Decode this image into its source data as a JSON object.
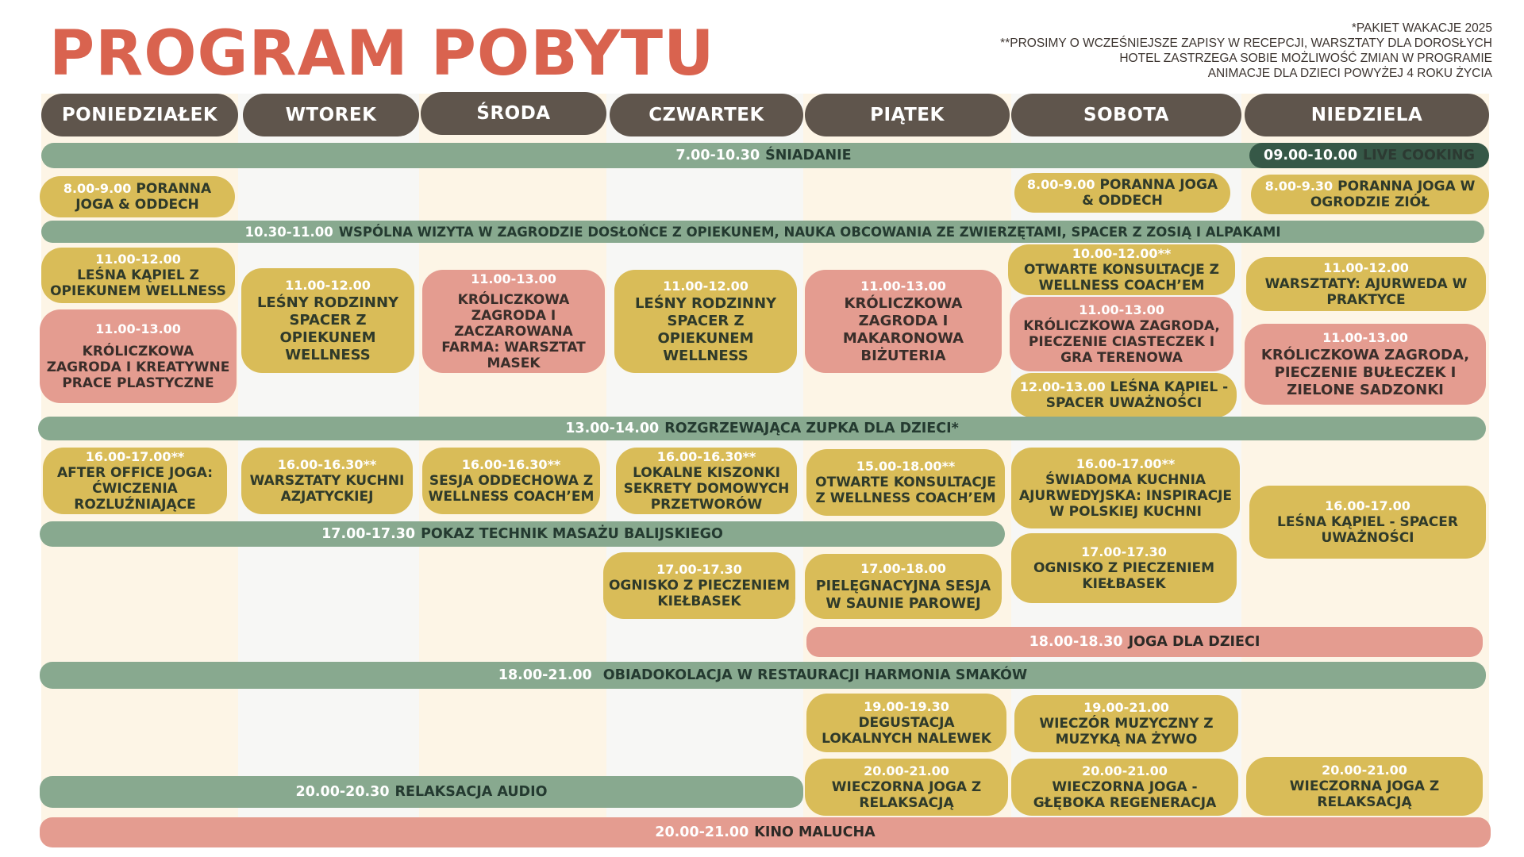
{
  "title": "PROGRAM POBYTU",
  "notes": [
    "*PAKIET WAKACJE 2025",
    "**PROSIMY O WCZEŚNIEJSZE ZAPISY W RECEPCJI, WARSZTATY DLA DOROSŁYCH",
    "HOTEL ZASTRZEGA SOBIE MOŻLIWOŚĆ ZMIAN W PROGRAMIE",
    "ANIMACJE DLA DZIECI POWYŻEJ 4 ROKU ŻYCIA"
  ],
  "days": [
    "PONIEDZIAŁEK",
    "WTOREK",
    "ŚRODA",
    "CZWARTEK",
    "PIĄTEK",
    "SOBOTA",
    "NIEDZIELA"
  ],
  "colors": {
    "title": "#d9634f",
    "day_header": "#5f554c",
    "green_bar": "#88a98f",
    "dark_green": "#365847",
    "yellow_block": "#d9bc58",
    "pink_block": "#e49c90",
    "col_cream": "#fdf5e6",
    "col_grey": "#f7f7f5"
  },
  "bars": {
    "breakfast": {
      "time": "7.00-10.30",
      "label": "ŚNIADANIE"
    },
    "live_cooking": {
      "time": "09.00-10.00",
      "label": "LIVE COOKING"
    },
    "farm_visit": {
      "time": "10.30-11.00",
      "label": "WSPÓLNA WIZYTA W ZAGRODZIE DOSŁOŃCE Z OPIEKUNEM, NAUKA OBCOWANIA ZE ZWIERZĘTAMI, SPACER Z ZOSIĄ I ALPAKAMI"
    },
    "soup": {
      "time": "13.00-14.00",
      "label": "ROZGRZEWAJĄCA ZUPKA DLA DZIECI*"
    },
    "massage": {
      "time": "17.00-17.30",
      "label": "POKAZ TECHNIK MASAŻU BALIJSKIEGO"
    },
    "kids_yoga": {
      "time": "18.00-18.30",
      "label": "JOGA DLA DZIECI"
    },
    "dinner": {
      "time": "18.00-21.00",
      "label": "OBIADOKOLACJA W RESTAURACJI HARMONIA SMAKÓW"
    },
    "audio": {
      "time": "20.00-20.30",
      "label": "RELAKSACJA AUDIO"
    },
    "cinema": {
      "time": "20.00-21.00",
      "label": "KINO MALUCHA"
    }
  },
  "blocks": {
    "mon_yoga": {
      "time": "8.00-9.00",
      "text": "PORANNA JOGA & ODDECH"
    },
    "sat_yoga": {
      "time": "8.00-9.00",
      "text": "PORANNA JOGA & ODDECH"
    },
    "sun_yoga": {
      "time": "8.00-9.30",
      "text": "PORANNA JOGA W OGRODZIE ZIÓŁ"
    },
    "mon_bath": {
      "time": "11.00-12.00",
      "text": "LEŚNA KĄPIEL Z OPIEKUNEM WELLNESS"
    },
    "mon_rabbit": {
      "time": "11.00-13.00",
      "text": "KRÓLICZKOWA ZAGRODA I KREATYWNE PRACE PLASTYCZNE"
    },
    "tue_walk": {
      "time": "11.00-12.00",
      "text": "LEŚNY RODZINNY SPACER Z OPIEKUNEM WELLNESS"
    },
    "wed_rabbit": {
      "time": "11.00-13.00",
      "text": "KRÓLICZKOWA ZAGRODA I ZACZAROWANA FARMA: WARSZTAT MASEK"
    },
    "thu_walk": {
      "time": "11.00-12.00",
      "text": "LEŚNY RODZINNY SPACER Z OPIEKUNEM WELLNESS"
    },
    "fri_rabbit": {
      "time": "11.00-13.00",
      "text": "KRÓLICZKOWA ZAGRODA I MAKARONOWA BIŻUTERIA"
    },
    "sat_consult": {
      "time": "10.00-12.00**",
      "text": "OTWARTE KONSULTACJE Z WELLNESS COACH’EM"
    },
    "sat_rabbit": {
      "time": "11.00-13.00",
      "text": "KRÓLICZKOWA ZAGRODA, PIECZENIE CIASTECZEK I GRA TERENOWA"
    },
    "sat_bath": {
      "time": "12.00-13.00",
      "text": "LEŚNA KĄPIEL - SPACER UWAŻNOŚCI"
    },
    "sun_ayurveda": {
      "time": "11.00-12.00",
      "text": "WARSZTATY: AJURWEDA W PRAKTYCE"
    },
    "sun_rabbit": {
      "time": "11.00-13.00",
      "text": "KRÓLICZKOWA ZAGRODA, PIECZENIE BUŁECZEK I ZIELONE SADZONKI"
    },
    "mon_office": {
      "time": "16.00-17.00**",
      "text": "AFTER OFFICE JOGA: ĆWICZENIA ROZLUŹNIAJĄCE"
    },
    "tue_kitchen": {
      "time": "16.00-16.30**",
      "text": "WARSZTATY KUCHNI AZJATYCKIEJ"
    },
    "wed_breath": {
      "time": "16.00-16.30**",
      "text": "SESJA ODDECHOWA Z WELLNESS COACH’EM"
    },
    "thu_pickles": {
      "time": "16.00-16.30**",
      "text": "LOKALNE KISZONKI SEKRETY DOMOWYCH PRZETWORÓW"
    },
    "fri_consult": {
      "time": "15.00-18.00**",
      "text": "OTWARTE KONSULTACJE Z WELLNESS COACH’EM"
    },
    "sat_kitchen": {
      "time": "16.00-17.00**",
      "text": "ŚWIADOMA KUCHNIA AJURWEDYJSKA: INSPIRACJE W POLSKIEJ KUCHNI"
    },
    "sun_bath": {
      "time": "16.00-17.00",
      "text": "LEŚNA KĄPIEL - SPACER UWAŻNOŚCI"
    },
    "thu_fire": {
      "time": "17.00-17.30",
      "text": "OGNISKO Z PIECZENIEM KIEŁBASEK"
    },
    "fri_sauna": {
      "time": "17.00-18.00",
      "text": "PIELĘGNACYJNA SESJA W SAUNIE PAROWEJ"
    },
    "sat_fire": {
      "time": "17.00-17.30",
      "text": "OGNISKO Z PIECZENIEM KIEŁBASEK"
    },
    "fri_tasting": {
      "time": "19.00-19.30",
      "text": "DEGUSTACJA LOKALNYCH NALEWEK"
    },
    "sat_music": {
      "time": "19.00-21.00",
      "text": "WIECZÓR MUZYCZNY Z MUZYKĄ NA ŻYWO"
    },
    "fri_evening": {
      "time": "20.00-21.00",
      "text": "WIECZORNA JOGA Z RELAKSACJĄ"
    },
    "sat_evening": {
      "time": "20.00-21.00",
      "text": "WIECZORNA JOGA - GŁĘBOKA REGENERACJA"
    },
    "sun_evening": {
      "time": "20.00-21.00",
      "text": "WIECZORNA JOGA Z RELAKSACJĄ"
    }
  }
}
